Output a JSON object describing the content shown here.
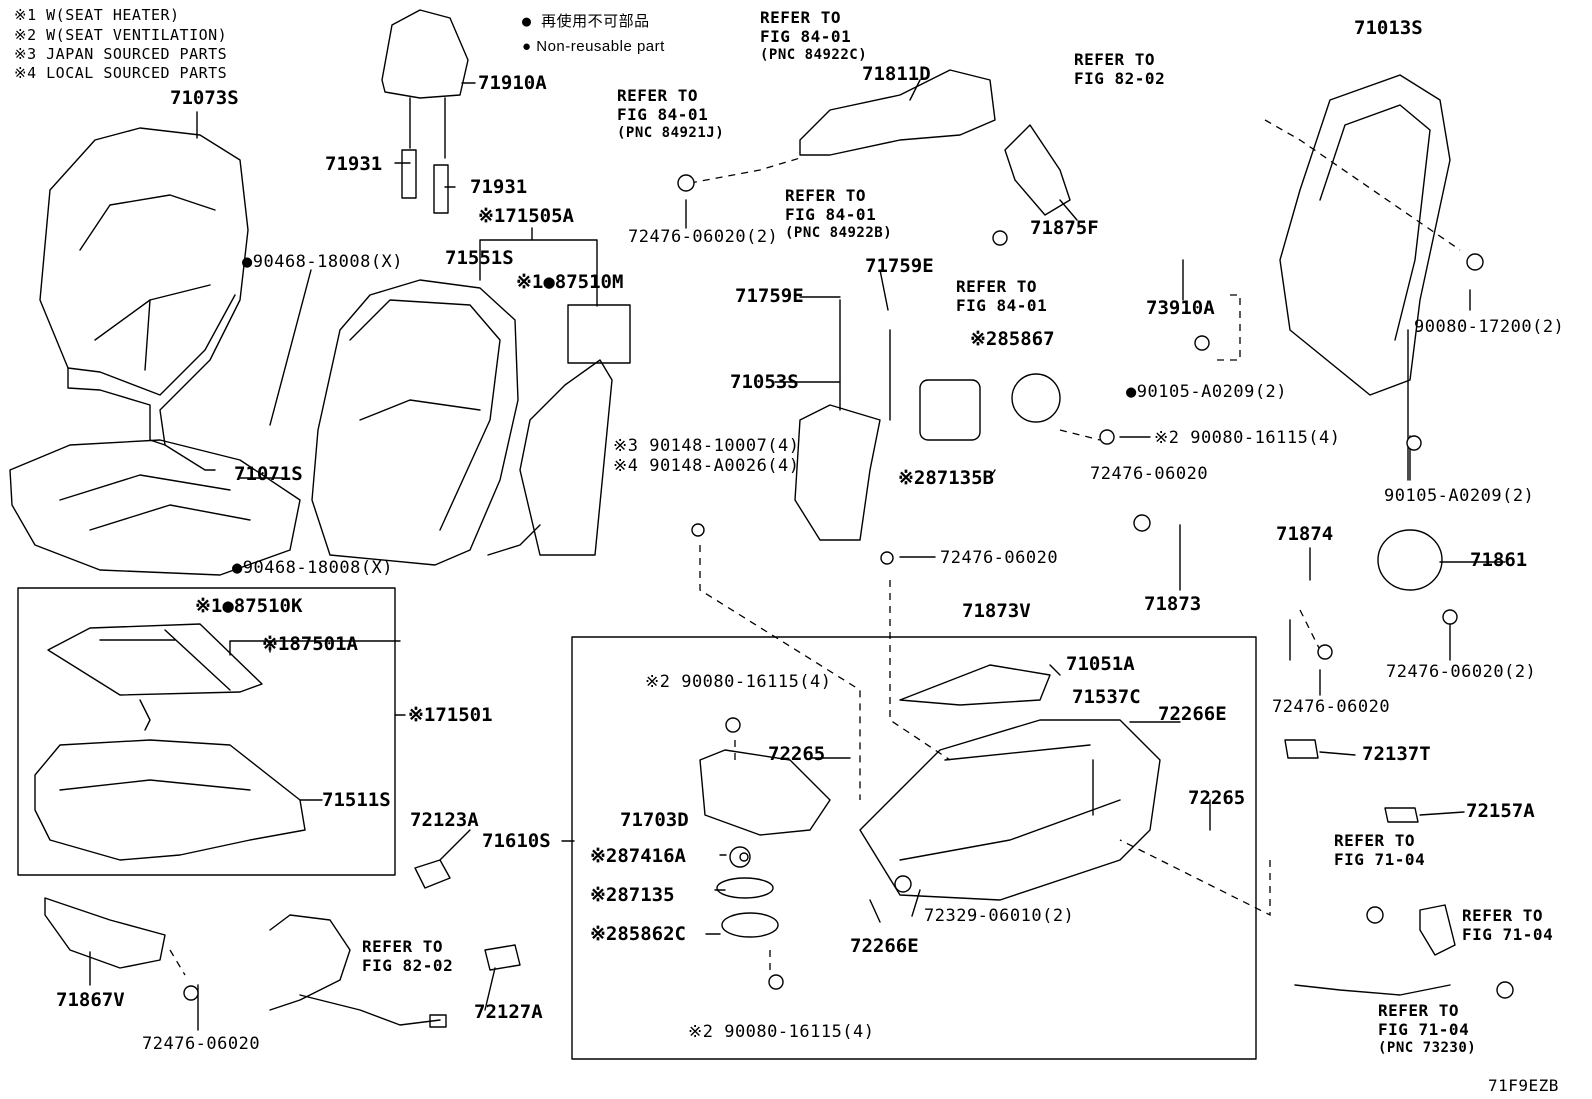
{
  "notes": [
    "※1  W(SEAT HEATER)",
    "※2  W(SEAT VENTILATION)",
    "※3  JAPAN SOURCED PARTS",
    "※4  LOCAL SOURCED PARTS"
  ],
  "legend": {
    "ja": "再使用不可部品",
    "en": "Non-reusable part"
  },
  "labels": {
    "p71073S": "71073S",
    "p71910A": "71910A",
    "p71931a": "71931",
    "p71931b": "71931",
    "p71505A": "※171505A",
    "p71551S": "71551S",
    "p87510M": "※1●87510M",
    "p90468a": "●90468-18008(X)",
    "p90468b": "●90468-18008(X)",
    "p71071S": "71071S",
    "p87510K": "※1●87510K",
    "p87501A": "※187501A",
    "p71501": "※171501",
    "p71511S": "71511S",
    "p72123A": "72123A",
    "p71610S": "71610S",
    "p71867V": "71867V",
    "p72476_bl": "72476-06020",
    "p72127A": "72127A",
    "p71811D": "71811D",
    "p72476_2a": "72476-06020(2)",
    "p71875F": "71875F",
    "p71759Ea": "71759E",
    "p71759Eb": "71759E",
    "p71053S": "71053S",
    "p85867": "※285867",
    "p87135B": "※287135B",
    "p90148a": "※3 90148-10007(4)",
    "p90148b": "※4 90148-A0026(4)",
    "p72476_m": "72476-06020",
    "p71873V": "71873V",
    "p71013S": "71013S",
    "p73910A": "73910A",
    "p90080_17200": "90080-17200(2)",
    "p90105a": "●90105-A0209(2)",
    "p90080_r": "※2 90080-16115(4)",
    "p72476_r": "72476-06020",
    "p90105b": "90105-A0209(2)",
    "p71874": "71874",
    "p71861": "71861",
    "p71873": "71873",
    "p72476_r2": "72476-06020",
    "p72476_2b": "72476-06020(2)",
    "p72137T": "72137T",
    "p72157A": "72157A",
    "p90080_b1": "※2 90080-16115(4)",
    "p72265a": "72265",
    "p71703D": "71703D",
    "p87416A": "※287416A",
    "p87135": "※287135",
    "p85862C": "※285862C",
    "p90080_b2": "※2 90080-16115(4)",
    "p71051A": "71051A",
    "p71537C": "71537C",
    "p72266Ea": "72266E",
    "p72265b": "72265",
    "p72266Eb": "72266E",
    "p72329": "72329-06010(2)",
    "code": "71F9EZB"
  },
  "refs": {
    "r1": {
      "line1": "REFER TO",
      "line2": "FIG 84-01",
      "pnc": "(PNC 84921J)"
    },
    "r2": {
      "line1": "REFER TO",
      "line2": "FIG 84-01",
      "pnc": "(PNC 84922C)"
    },
    "r3": {
      "line1": "REFER TO",
      "line2": "FIG 84-01",
      "pnc": "(PNC 84922B)"
    },
    "r4": {
      "line1": "REFER TO",
      "line2": "FIG 84-01"
    },
    "r5": {
      "line1": "REFER TO",
      "line2": "FIG 82-02"
    },
    "r6": {
      "line1": "REFER TO",
      "line2": "FIG 82-02"
    },
    "r7": {
      "line1": "REFER TO",
      "line2": "FIG 71-04"
    },
    "r8": {
      "line1": "REFER TO",
      "line2": "FIG 71-04"
    },
    "r9": {
      "line1": "REFER TO",
      "line2": "FIG 71-04",
      "pnc": "(PNC 73230)"
    }
  }
}
